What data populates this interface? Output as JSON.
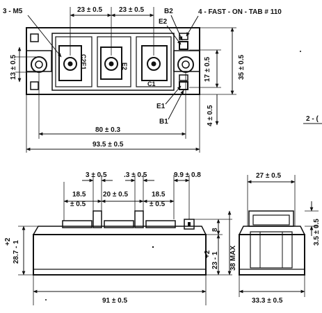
{
  "top_view": {
    "screw_label": "3 - M5",
    "tab_label": "4 - FAST - ON - TAB # 110",
    "dim_23a": "23 ± 0.5",
    "dim_23b": "23 ± 0.5",
    "dim_80": "80 ± 0.3",
    "dim_93": "93.5 ± 0.5",
    "dim_13": "13 ± 0.5",
    "dim_35": "35 ± 0.5",
    "dim_17": "17 ± 0.5",
    "dim_4": "4 ± 0.5",
    "B2": "B2",
    "E2": "E2",
    "E1": "E1",
    "B1": "B1",
    "terminal_C2": "C2",
    "terminal_E1": "E1",
    "terminal_C2E1": "C2E1",
    "terminal_E2": "E2",
    "terminal_C1": "C1",
    "cut_note": "2 - ("
  },
  "front_view": {
    "dim_3a": "3 ± 0.5",
    "dim_3b": ".3 ± 0.5",
    "dim_9_9": "9.9 ± 0.8",
    "dim_18a_top": "18.5",
    "dim_18a_bot": "± 0.5",
    "dim_20": "20 ± 0.5",
    "dim_18b_top": "18.5",
    "dim_18b_bot": "± 0.5",
    "dim_8": "8",
    "dim_38": "38 MAX",
    "dim_23_top": "+2",
    "dim_23_bot": "23 - 1",
    "dim_28_top": "+2",
    "dim_28_bot": "28.7 - 1",
    "dim_91": "91 ± 0.5"
  },
  "side_view": {
    "dim_27": "27 ± 0.5",
    "dim_3_5": "3.5 ± 0.5",
    "dim_33": "33.3 ± 0.5"
  }
}
